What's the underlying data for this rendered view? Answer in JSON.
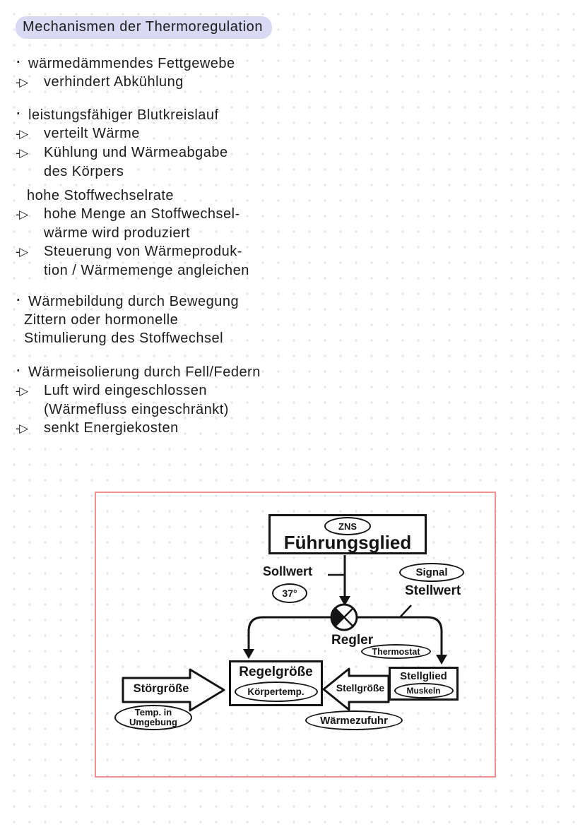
{
  "title": "Mechanismen der Thermoregulation",
  "markers": {
    "dot": "·",
    "arrow": "-▷"
  },
  "notes": [
    {
      "lines": [
        {
          "m": "dot",
          "text": "wärmedämmendes Fettgewebe"
        },
        {
          "m": "arrow",
          "text": "verhindert Abkühlung"
        }
      ]
    },
    {
      "lines": [
        {
          "m": "dot",
          "text": "leistungsfähiger Blutkreislauf"
        },
        {
          "m": "arrow",
          "text": "verteilt Wärme"
        },
        {
          "m": "arrow",
          "text": "Kühlung und Wärmeabgabe"
        },
        {
          "m": "indent",
          "text": "des Körpers"
        }
      ]
    },
    {
      "lines": [
        {
          "m": "plain",
          "text": "hohe Stoffwechselrate"
        },
        {
          "m": "arrow",
          "text": "hohe Menge an Stoffwechsel-"
        },
        {
          "m": "indent",
          "text": "wärme wird produziert"
        },
        {
          "m": "arrow",
          "text": "Steuerung von Wärmeproduk-"
        },
        {
          "m": "indent",
          "text": "tion / Wärmemenge angleichen"
        }
      ]
    },
    {
      "lines": [
        {
          "m": "dot",
          "text": "Wärmebildung durch Bewegung"
        },
        {
          "m": "cont",
          "text": "Zittern oder hormonelle"
        },
        {
          "m": "cont",
          "text": "Stimulierung des Stoffwechsel"
        }
      ]
    },
    {
      "lines": [
        {
          "m": "dot",
          "text": "Wärmeisolierung durch Fell/Federn"
        },
        {
          "m": "arrow",
          "text": "Luft wird eingeschlossen"
        },
        {
          "m": "indent",
          "text": "(Wärmefluss eingeschränkt)"
        },
        {
          "m": "arrow",
          "text": "senkt Energiekosten"
        }
      ]
    }
  ],
  "diagram": {
    "fuehrungsglied": "Führungsglied",
    "zns": "ZNS",
    "sollwert": "Sollwert",
    "sollwert_value": "37°",
    "signal": "Signal",
    "stellwert": "Stellwert",
    "regler": "Regler",
    "thermostat": "Thermostat",
    "regelgroesse": "Regelgröße",
    "koerpertemp": "Körpertemp.",
    "stellglied": "Stellglied",
    "muskeln": "Muskeln",
    "stoergroesse": "Störgröße",
    "temp_umgebung": "Temp. in Umgebung",
    "stellgroesse": "Stellgröße",
    "waermezufuhr": "Wärmezufuhr"
  },
  "colors": {
    "ink": "#1d1d1f",
    "highlight": "#d8d9f2",
    "frame": "#f0908f",
    "dot_grid": "#e4e4ec"
  }
}
